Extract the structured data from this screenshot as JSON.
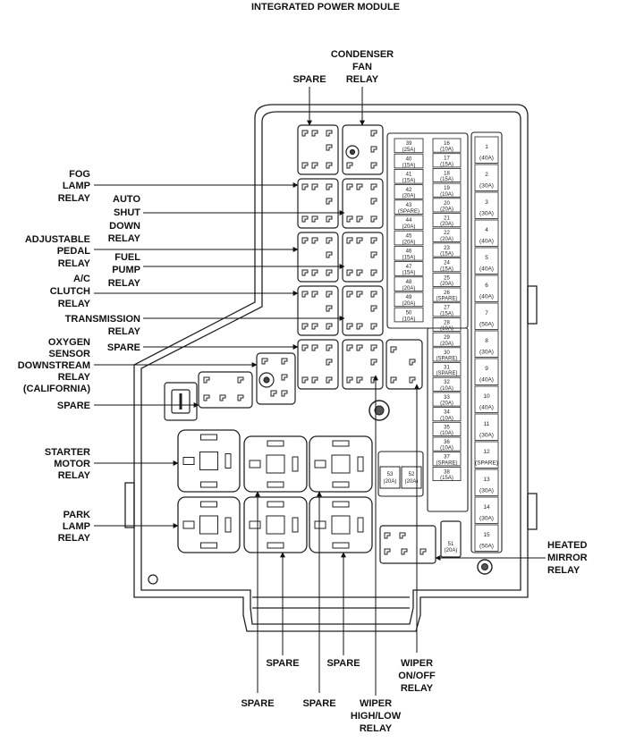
{
  "title": "INTEGRATED POWER MODULE",
  "labels": {
    "condenser_fan_relay": [
      "CONDENSER",
      "FAN",
      "RELAY"
    ],
    "spare_top": [
      "SPARE"
    ],
    "fog_lamp_relay": [
      "FOG",
      "LAMP",
      "RELAY"
    ],
    "auto_shut_down_relay": [
      "AUTO",
      "SHUT",
      "DOWN",
      "RELAY"
    ],
    "adjustable_pedal_relay": [
      "ADJUSTABLE",
      "PEDAL",
      "RELAY"
    ],
    "fuel_pump_relay": [
      "FUEL",
      "PUMP",
      "RELAY"
    ],
    "ac_clutch_relay": [
      "A/C",
      "CLUTCH",
      "RELAY"
    ],
    "transmission_relay": [
      "TRANSMISSION",
      "RELAY"
    ],
    "spare_mid": [
      "SPARE"
    ],
    "oxygen_sensor_relay": [
      "OXYGEN",
      "SENSOR",
      "DOWNSTREAM",
      "RELAY",
      "(CALIFORNIA)"
    ],
    "spare_left": [
      "SPARE"
    ],
    "starter_motor_relay": [
      "STARTER",
      "MOTOR",
      "RELAY"
    ],
    "park_lamp_relay": [
      "PARK",
      "LAMP",
      "RELAY"
    ],
    "heated_mirror_relay": [
      "HEATED",
      "MIRROR",
      "RELAY"
    ],
    "spare_bottom_1": [
      "SPARE"
    ],
    "spare_bottom_2": [
      "SPARE"
    ],
    "spare_bottom_3": [
      "SPARE"
    ],
    "spare_bottom_4": [
      "SPARE"
    ],
    "wiper_on_off_relay": [
      "WIPER",
      "ON/OFF",
      "RELAY"
    ],
    "wiper_high_low_relay": [
      "WIPER",
      "HIGH/LOW",
      "RELAY"
    ]
  },
  "fuses_col1": [
    [
      "39",
      "(25A)"
    ],
    [
      "40",
      "(15A)"
    ],
    [
      "41",
      "(15A)"
    ],
    [
      "42",
      "(20A)"
    ],
    [
      "43",
      "(SPARE)"
    ],
    [
      "44",
      "(20A)"
    ],
    [
      "45",
      "(20A)"
    ],
    [
      "46",
      "(15A)"
    ],
    [
      "47",
      "(15A)"
    ],
    [
      "48",
      "(20A)"
    ],
    [
      "49",
      "(20A)"
    ],
    [
      "50",
      "(10A)"
    ]
  ],
  "fuses_col2": [
    [
      "16",
      "(10A)"
    ],
    [
      "17",
      "(15A)"
    ],
    [
      "18",
      "(15A)"
    ],
    [
      "19",
      "(10A)"
    ],
    [
      "20",
      "(20A)"
    ],
    [
      "21",
      "(20A)"
    ],
    [
      "22",
      "(20A)"
    ],
    [
      "23",
      "(15A)"
    ],
    [
      "24",
      "(15A)"
    ],
    [
      "25",
      "(20A)"
    ],
    [
      "26",
      "(SPARE)"
    ],
    [
      "27",
      "(15A)"
    ],
    [
      "28",
      "(10A)"
    ],
    [
      "29",
      "(20A)"
    ],
    [
      "30",
      "(SPARE)"
    ],
    [
      "31",
      "(SPARE)"
    ],
    [
      "32",
      "(10A)"
    ],
    [
      "33",
      "(20A)"
    ],
    [
      "34",
      "(10A)"
    ],
    [
      "35",
      "(10A)"
    ],
    [
      "36",
      "(10A)"
    ],
    [
      "37",
      "(SPARE)"
    ],
    [
      "38",
      "(15A)"
    ]
  ],
  "fuses_maxi": [
    [
      "1",
      "(40A)"
    ],
    [
      "2",
      "(30A)"
    ],
    [
      "3",
      "(30A)"
    ],
    [
      "4",
      "(40A)"
    ],
    [
      "5",
      "(40A)"
    ],
    [
      "6",
      "(40A)"
    ],
    [
      "7",
      "(50A)"
    ],
    [
      "8",
      "(30A)"
    ],
    [
      "9",
      "(40A)"
    ],
    [
      "10",
      "(40A)"
    ],
    [
      "11",
      "(30A)"
    ],
    [
      "12",
      "(SPARE)"
    ],
    [
      "13",
      "(30A)"
    ],
    [
      "14",
      "(30A)"
    ],
    [
      "15",
      "(50A)"
    ]
  ],
  "fuses_misc": {
    "f53": [
      "53",
      "(20A)"
    ],
    "f52": [
      "52",
      "(20A)"
    ],
    "f51": [
      "51",
      "(20A)"
    ]
  }
}
